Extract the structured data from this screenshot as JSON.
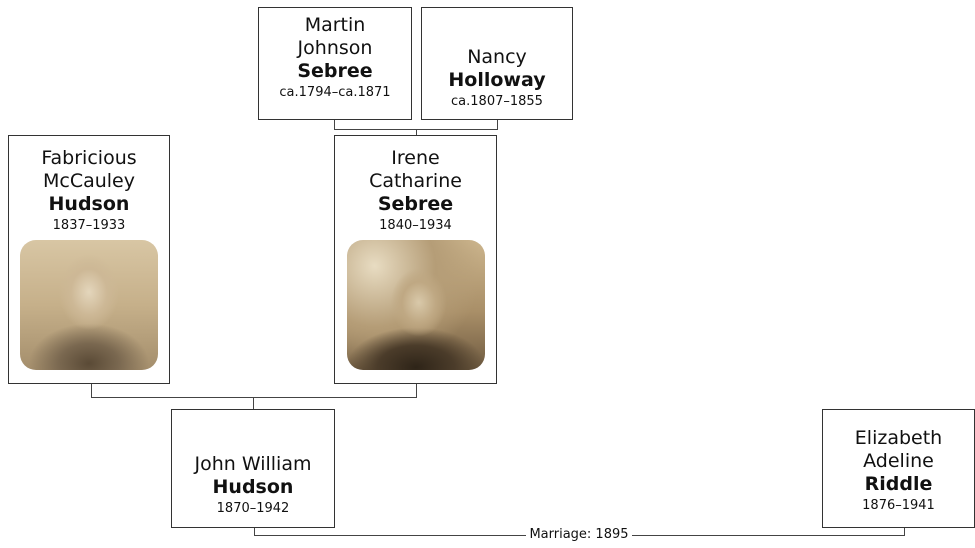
{
  "people": {
    "martin": {
      "given1": "Martin",
      "given2": "Johnson",
      "surname": "Sebree",
      "dates": "ca.1794–ca.1871"
    },
    "nancy": {
      "given1": "Nancy",
      "surname": "Holloway",
      "dates": "ca.1807–1855"
    },
    "fabricious": {
      "given1": "Fabricious",
      "given2": "McCauley",
      "surname": "Hudson",
      "dates": "1837–1933"
    },
    "irene": {
      "given1": "Irene",
      "given2": "Catharine",
      "surname": "Sebree",
      "dates": "1840–1934"
    },
    "john": {
      "given1": "John William",
      "surname": "Hudson",
      "dates": "1870–1942"
    },
    "elizabeth": {
      "given1": "Elizabeth",
      "given2": "Adeline",
      "surname": "Riddle",
      "dates": "1876–1941"
    }
  },
  "marriage_label": "Marriage: 1895"
}
